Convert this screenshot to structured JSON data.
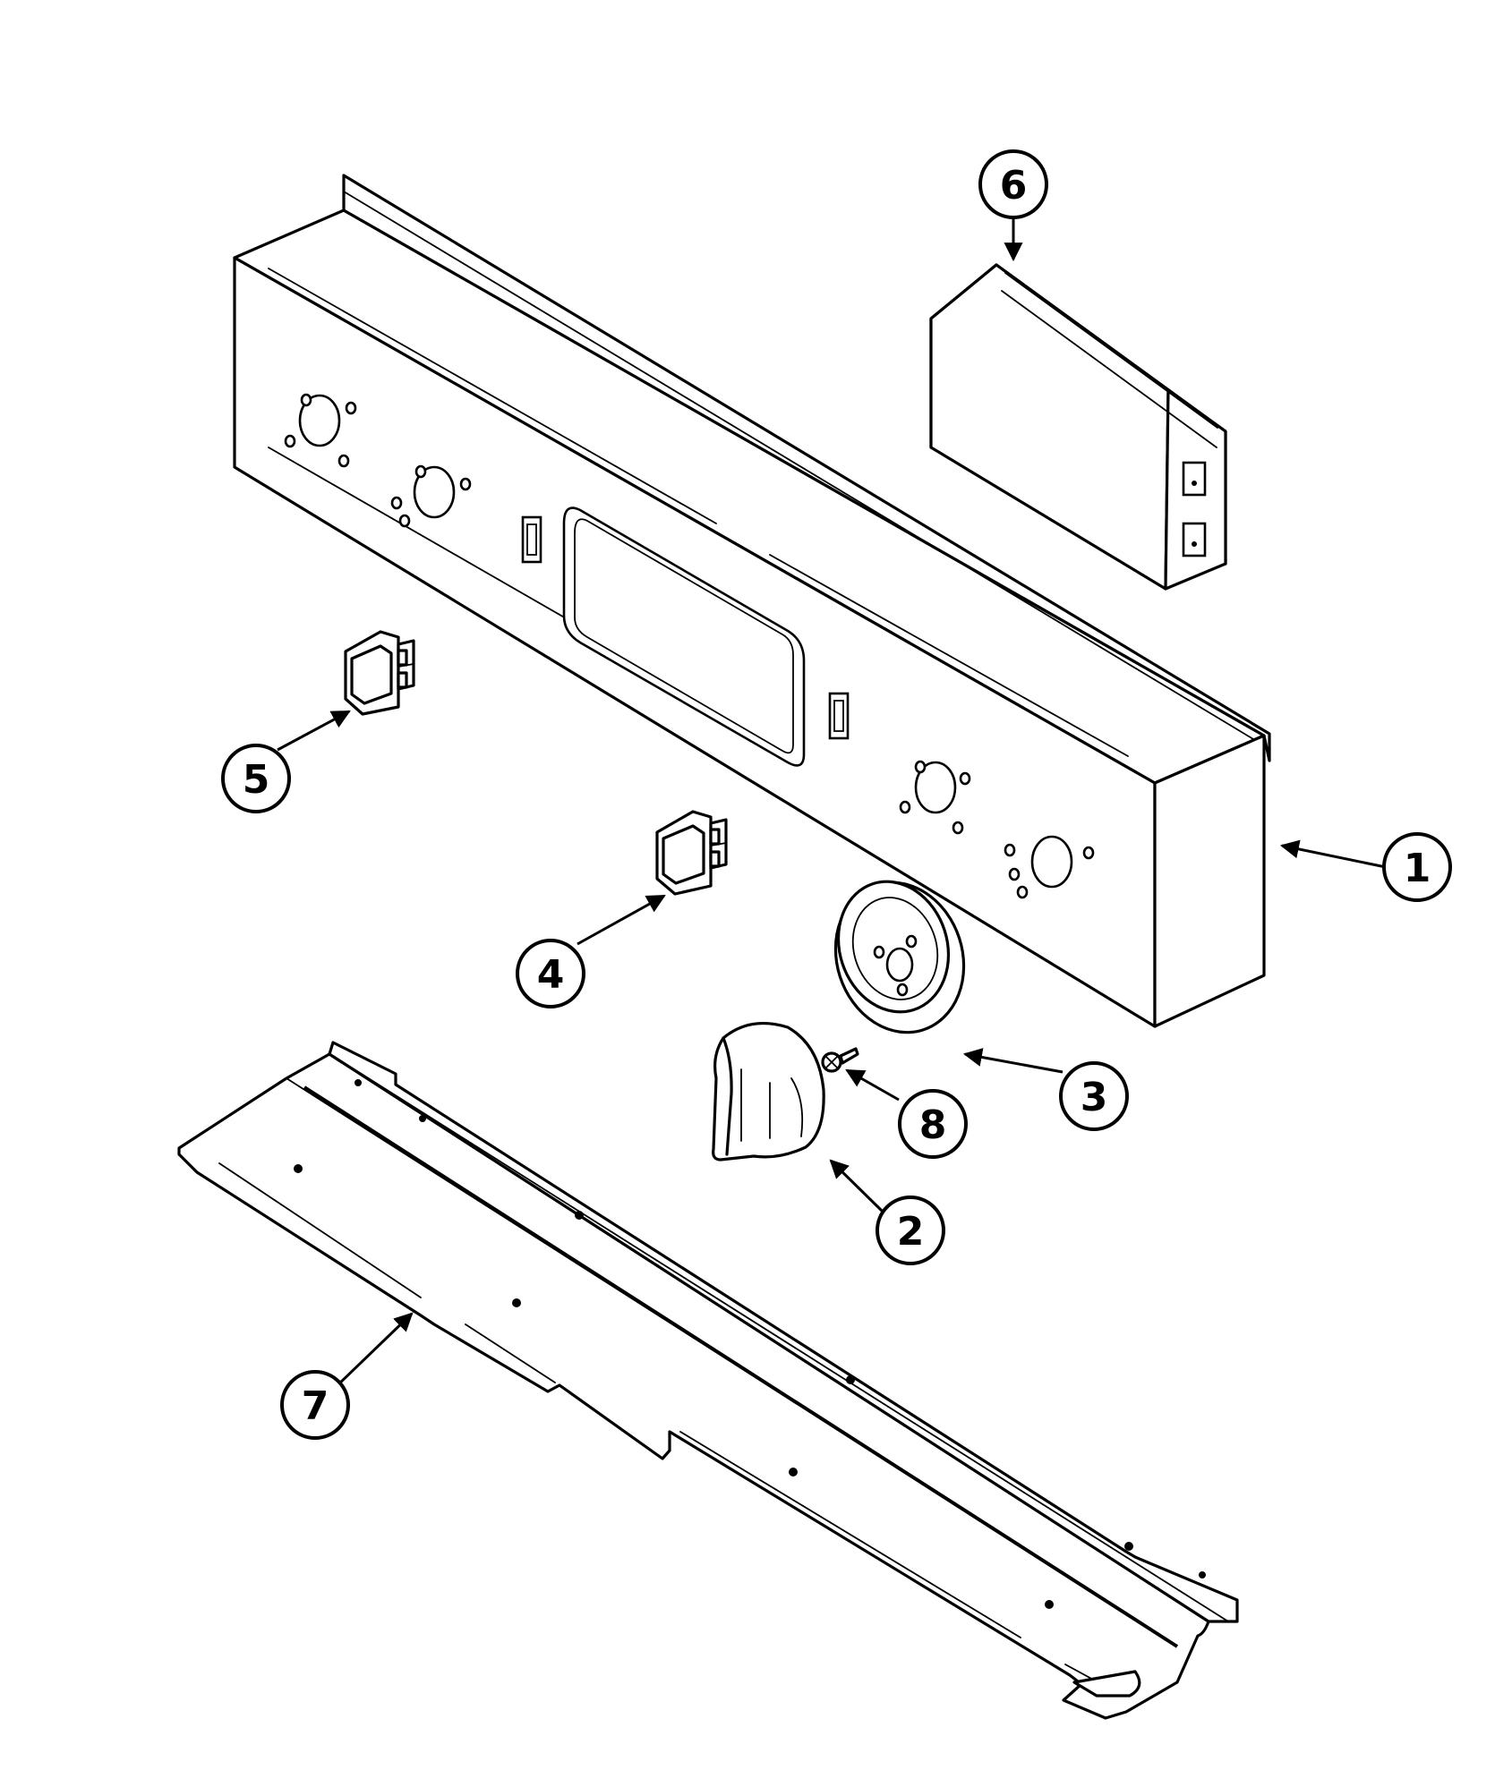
{
  "callouts": [
    {
      "id": "1",
      "part": "control-panel-housing"
    },
    {
      "id": "2",
      "part": "control-knob"
    },
    {
      "id": "3",
      "part": "knob-bezel"
    },
    {
      "id": "4",
      "part": "rocker-switch"
    },
    {
      "id": "5",
      "part": "rocker-switch"
    },
    {
      "id": "6",
      "part": "electronic-control-module"
    },
    {
      "id": "7",
      "part": "control-panel-support-bracket"
    },
    {
      "id": "8",
      "part": "screw"
    }
  ]
}
